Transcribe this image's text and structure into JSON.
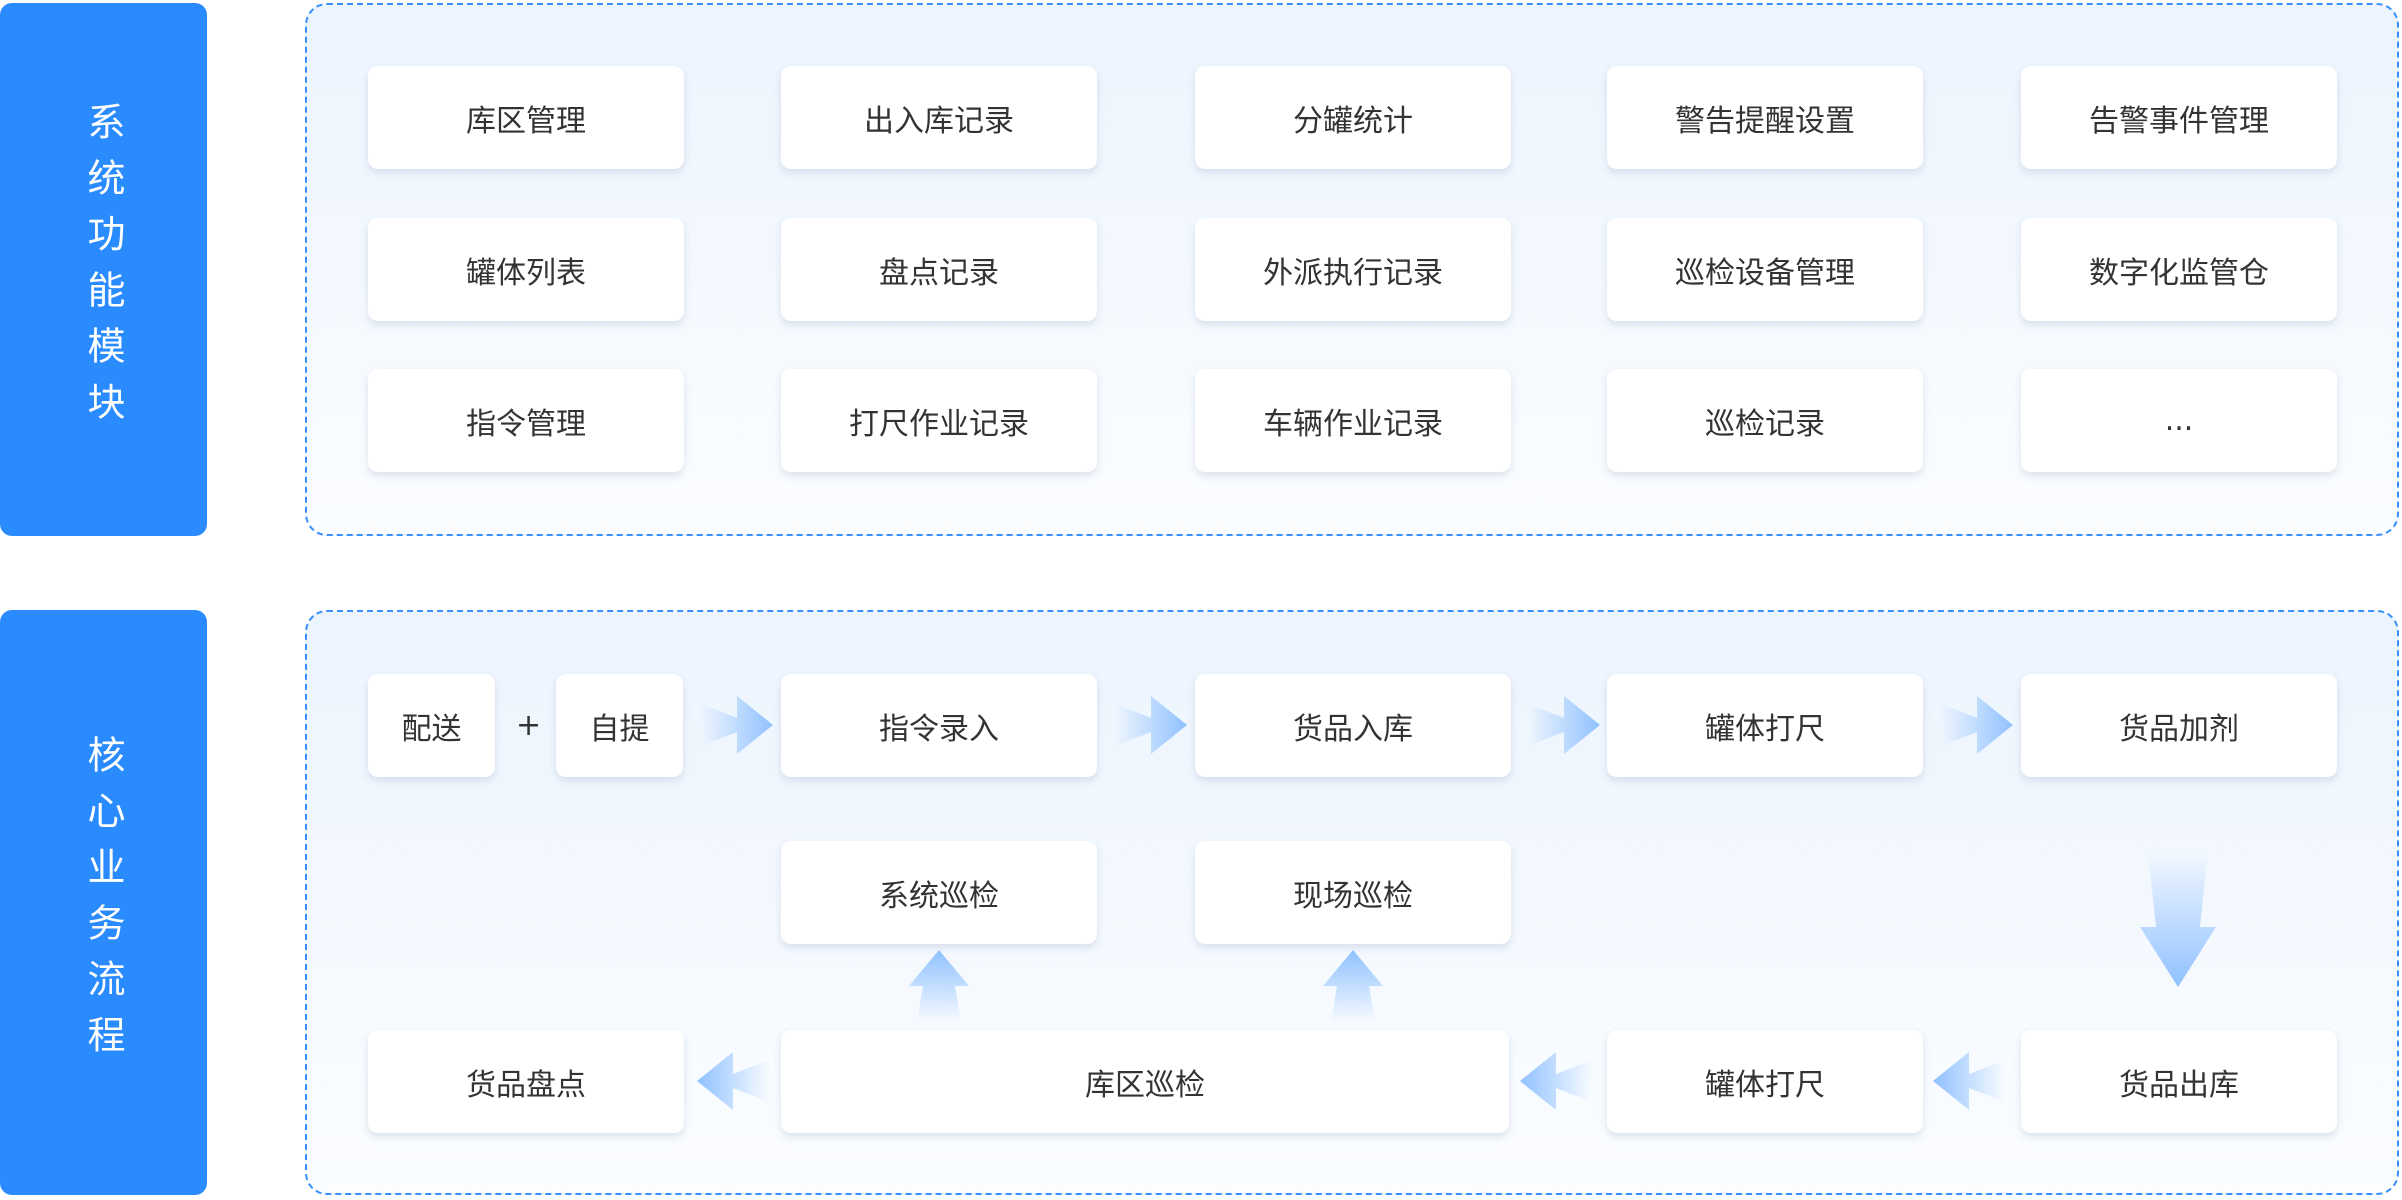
{
  "modules": {
    "title": "系统功能模块",
    "items": [
      "库区管理",
      "出入库记录",
      "分罐统计",
      "警告提醒设置",
      "告警事件管理",
      "罐体列表",
      "盘点记录",
      "外派执行记录",
      "巡检设备管理",
      "数字化监管仓",
      "指令管理",
      "打尺作业记录",
      "车辆作业记录",
      "巡检记录",
      "..."
    ]
  },
  "flow": {
    "title": "核心业务流程",
    "delivery": "配送",
    "plus": "+",
    "pickup": "自提",
    "command_entry": "指令录入",
    "goods_in": "货品入库",
    "tank_gauge_1": "罐体打尺",
    "goods_additive": "货品加剂",
    "system_inspection": "系统巡检",
    "field_inspection": "现场巡检",
    "goods_out": "货品出库",
    "tank_gauge_2": "罐体打尺",
    "area_inspection": "库区巡检",
    "goods_count": "货品盘点"
  },
  "colors": {
    "accent": "#2a8bff",
    "arrow": "#8fc1ff"
  }
}
